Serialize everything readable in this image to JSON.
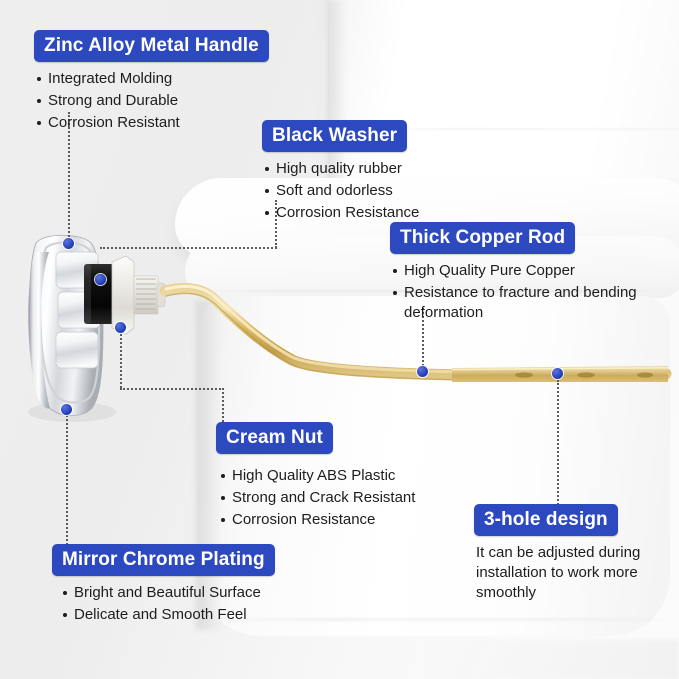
{
  "image": {
    "subject": "toilet tank flush handle lever with copper rod",
    "background_color": "#efefef",
    "accent_color": "#2c49c0",
    "leader_color": "#5a5a5a",
    "anchor_color": "#1d3bb5",
    "product_colors": {
      "chrome": "#d8dade",
      "washer": "#151515",
      "nut": "#e8e6e2",
      "copper_rod": "#d6b866"
    }
  },
  "callouts": [
    {
      "id": "zinc-alloy-metal-handle",
      "title": "Zinc Alloy Metal Handle",
      "bullets": [
        "Integrated Molding",
        "Strong and Durable",
        "Corrosion Resistant"
      ]
    },
    {
      "id": "black-washer",
      "title": "Black Washer",
      "bullets": [
        "High quality rubber",
        "Soft and odorless",
        "Corrosion Resistance"
      ]
    },
    {
      "id": "thick-copper-rod",
      "title": "Thick Copper Rod",
      "bullets": [
        "High Quality Pure Copper",
        "Resistance to fracture and bending deformation"
      ]
    },
    {
      "id": "cream-nut",
      "title": "Cream Nut",
      "bullets": [
        "High Quality ABS Plastic",
        "Strong and Crack Resistant",
        "Corrosion Resistance"
      ]
    },
    {
      "id": "three-hole-design",
      "title": "3-hole design",
      "text": "It can be adjusted during installation to work more smoothly"
    },
    {
      "id": "mirror-chrome-plating",
      "title": "Mirror Chrome Plating",
      "bullets": [
        "Bright and Beautiful Surface",
        "Delicate and Smooth Feel"
      ]
    }
  ]
}
